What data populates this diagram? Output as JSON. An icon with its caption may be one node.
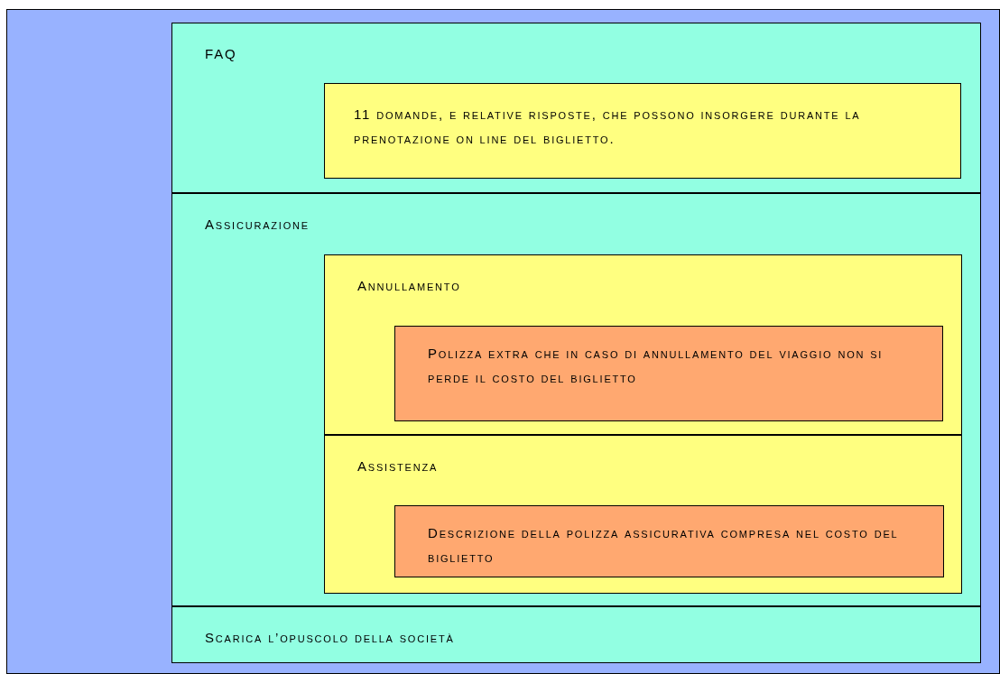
{
  "diagram": {
    "nodes": [
      {
        "text": [
          "FAQ"
        ]
      },
      {
        "text": [
          "11 domande, e relative risposte, che possono insorgere durante la prenotazione on line del biglietto."
        ],
        "in": 0
      },
      {
        "text": [
          "Assicurazione"
        ]
      },
      {
        "text": [
          "Annullamento"
        ],
        "in": 2
      },
      {
        "text": [
          "Polizza extra che in caso di annullamento del viaggio non si perde il costo del biglietto"
        ],
        "in": 3
      },
      {
        "text": [
          "Assistenza"
        ],
        "in": 2
      },
      {
        "text": [
          "Descrizione della polizza assicurativa compresa nel costo del biglietto"
        ],
        "in": 5
      },
      {
        "text": [
          "Scarica l’opuscolo della società"
        ]
      }
    ]
  }
}
